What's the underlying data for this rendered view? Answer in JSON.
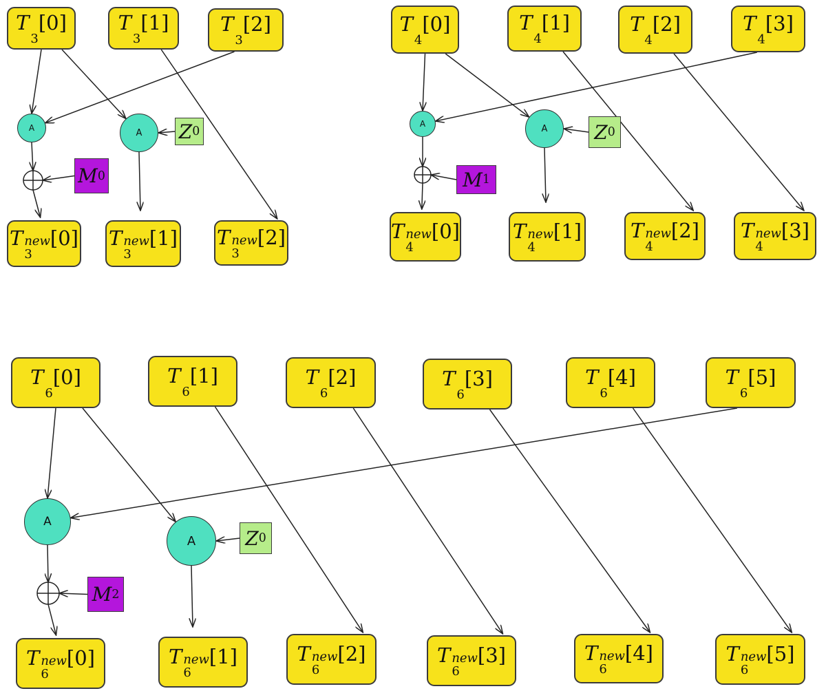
{
  "diagram": {
    "groups": [
      {
        "id": "g3",
        "inputs": [
          {
            "var": "T",
            "sub": "3",
            "idx": "[0]"
          },
          {
            "var": "T",
            "sub": "3",
            "idx": "[1]"
          },
          {
            "var": "T",
            "sub": "3",
            "idx": "[2]"
          }
        ],
        "outputs": [
          {
            "var": "T",
            "sup": "new",
            "sub": "3",
            "idx": "[0]"
          },
          {
            "var": "T",
            "sup": "new",
            "sub": "3",
            "idx": "[1]"
          },
          {
            "var": "T",
            "sup": "new",
            "sub": "3",
            "idx": "[2]"
          }
        ],
        "adders": [
          {
            "label": "A"
          },
          {
            "label": "A"
          }
        ],
        "z": {
          "var": "Z",
          "sub": "0"
        },
        "m": {
          "var": "M",
          "sub": "0"
        }
      },
      {
        "id": "g4",
        "inputs": [
          {
            "var": "T",
            "sub": "4",
            "idx": "[0]"
          },
          {
            "var": "T",
            "sub": "4",
            "idx": "[1]"
          },
          {
            "var": "T",
            "sub": "4",
            "idx": "[2]"
          },
          {
            "var": "T",
            "sub": "4",
            "idx": "[3]"
          }
        ],
        "outputs": [
          {
            "var": "T",
            "sup": "new",
            "sub": "4",
            "idx": "[0]"
          },
          {
            "var": "T",
            "sup": "new",
            "sub": "4",
            "idx": "[1]"
          },
          {
            "var": "T",
            "sup": "new",
            "sub": "4",
            "idx": "[2]"
          },
          {
            "var": "T",
            "sup": "new",
            "sub": "4",
            "idx": "[3]"
          }
        ],
        "adders": [
          {
            "label": "A"
          },
          {
            "label": "A"
          }
        ],
        "z": {
          "var": "Z",
          "sub": "0"
        },
        "m": {
          "var": "M",
          "sub": "1"
        }
      },
      {
        "id": "g6",
        "inputs": [
          {
            "var": "T",
            "sub": "6",
            "idx": "[0]"
          },
          {
            "var": "T",
            "sub": "6",
            "idx": "[1]"
          },
          {
            "var": "T",
            "sub": "6",
            "idx": "[2]"
          },
          {
            "var": "T",
            "sub": "6",
            "idx": "[3]"
          },
          {
            "var": "T",
            "sub": "6",
            "idx": "[4]"
          },
          {
            "var": "T",
            "sub": "6",
            "idx": "[5]"
          }
        ],
        "outputs": [
          {
            "var": "T",
            "sup": "new",
            "sub": "6",
            "idx": "[0]"
          },
          {
            "var": "T",
            "sup": "new",
            "sub": "6",
            "idx": "[1]"
          },
          {
            "var": "T",
            "sup": "new",
            "sub": "6",
            "idx": "[2]"
          },
          {
            "var": "T",
            "sup": "new",
            "sub": "6",
            "idx": "[3]"
          },
          {
            "var": "T",
            "sup": "new",
            "sub": "6",
            "idx": "[4]"
          },
          {
            "var": "T",
            "sup": "new",
            "sub": "6",
            "idx": "[5]"
          }
        ],
        "adders": [
          {
            "label": "A"
          },
          {
            "label": "A"
          }
        ],
        "z": {
          "var": "Z",
          "sub": "0"
        },
        "m": {
          "var": "M",
          "sub": "2"
        }
      }
    ],
    "colors": {
      "tensor_box": "#f7e21b",
      "adder": "#4fe0c0",
      "z_box": "#b6ec8a",
      "m_box": "#b416dc",
      "stroke": "#2e2e2e"
    }
  }
}
